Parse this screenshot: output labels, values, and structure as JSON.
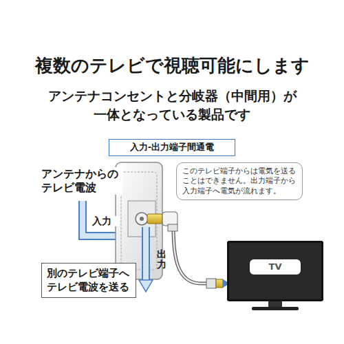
{
  "diagram": {
    "title": "複数のテレビで視聴可能にします",
    "nodes": [
      {
        "text": [
          "入力-出力端子間通電"
        ]
      },
      {
        "text": [
          "このテレビ端子からは電気を送ることはできません。出力端子から入力端子へ電気が流れます。"
        ]
      },
      {
        "text": [
          "別のテレビ端子へテレビ電波を送る"
        ]
      },
      {
        "text": [
          "TV"
        ]
      }
    ],
    "labels": [
      "アンテナコンセントと分岐器（中間用）が 一体となっている製品です",
      "アンテナからのテレビ電波",
      "入力",
      "出力"
    ]
  }
}
